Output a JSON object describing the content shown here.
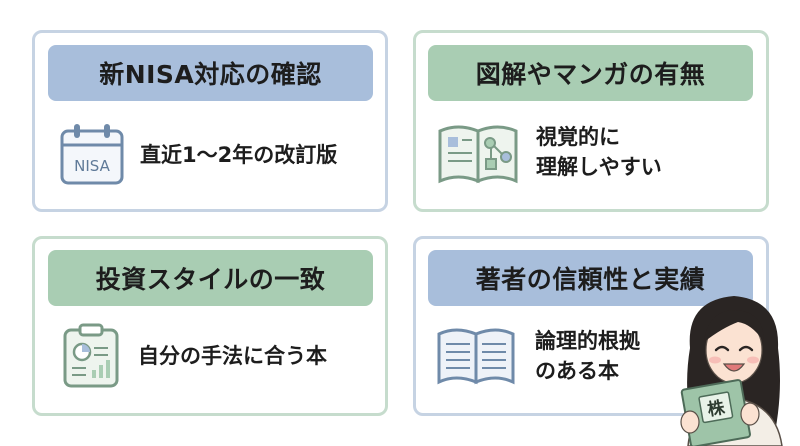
{
  "cards": [
    {
      "title": "新NISA対応の確認",
      "lines": [
        "直近1〜2年の改訂版"
      ],
      "icon": "calendar-nisa-icon",
      "icon_text": "NISA"
    },
    {
      "title": "図解やマンガの有無",
      "lines": [
        "視覚的に",
        "理解しやすい"
      ],
      "icon": "open-book-diagram-icon"
    },
    {
      "title": "投資スタイルの一致",
      "lines": [
        "自分の手法に合う本"
      ],
      "icon": "clipboard-chart-icon"
    },
    {
      "title": "著者の信頼性と実績",
      "lines": [
        "論理的根拠",
        "のある本"
      ],
      "icon": "open-book-icon"
    }
  ],
  "character": {
    "book_label": "株",
    "icon": "woman-reading-book-illustration"
  },
  "colors": {
    "blue_header": "#a8bedb",
    "green_header": "#a9cdb3",
    "blue_border": "#c6d3e3",
    "green_border": "#c6dccd",
    "icon_stroke": "#6f8aa9"
  }
}
